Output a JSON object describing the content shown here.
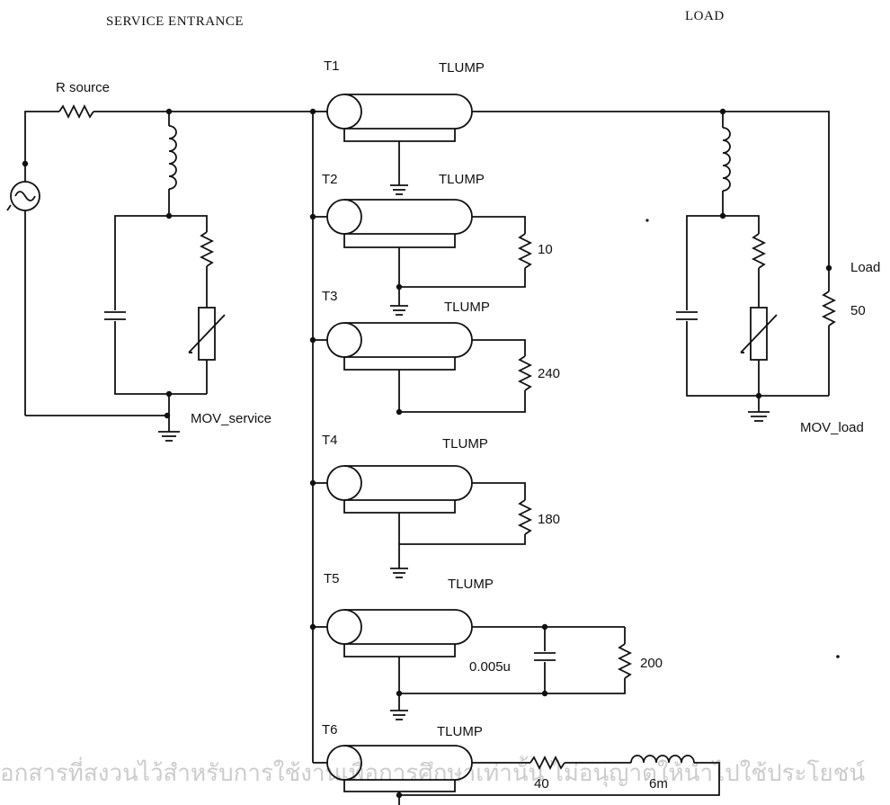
{
  "headers": {
    "service_entrance": "SERVICE ENTRANCE",
    "load": "LOAD"
  },
  "labels": {
    "r_source": "R source",
    "mov_service": "MOV_service",
    "mov_load": "MOV_load",
    "load_name": "Load",
    "load_value": "50"
  },
  "tlines": [
    {
      "name": "T1",
      "model": "TLUMP"
    },
    {
      "name": "T2",
      "model": "TLUMP"
    },
    {
      "name": "T3",
      "model": "TLUMP"
    },
    {
      "name": "T4",
      "model": "TLUMP"
    },
    {
      "name": "T5",
      "model": "TLUMP"
    },
    {
      "name": "T6",
      "model": "TLUMP"
    }
  ],
  "terminations": {
    "t2_resistor": "10",
    "t3_resistor": "240",
    "t4_resistor": "180",
    "t5_capacitor": "0.005u",
    "t5_resistor": "200",
    "t6_resistor": "40",
    "t6_inductor": "6m"
  },
  "watermark": {
    "line1": "อกสารที่สงวนไว้สำหรับการใช้งานเพื่อการศึกษาเท่านั้น ไม่อนุญาตให้นำไปใช้ประโยชน์"
  },
  "colors": {
    "line": "#111111",
    "watermark": "#cccccc"
  }
}
